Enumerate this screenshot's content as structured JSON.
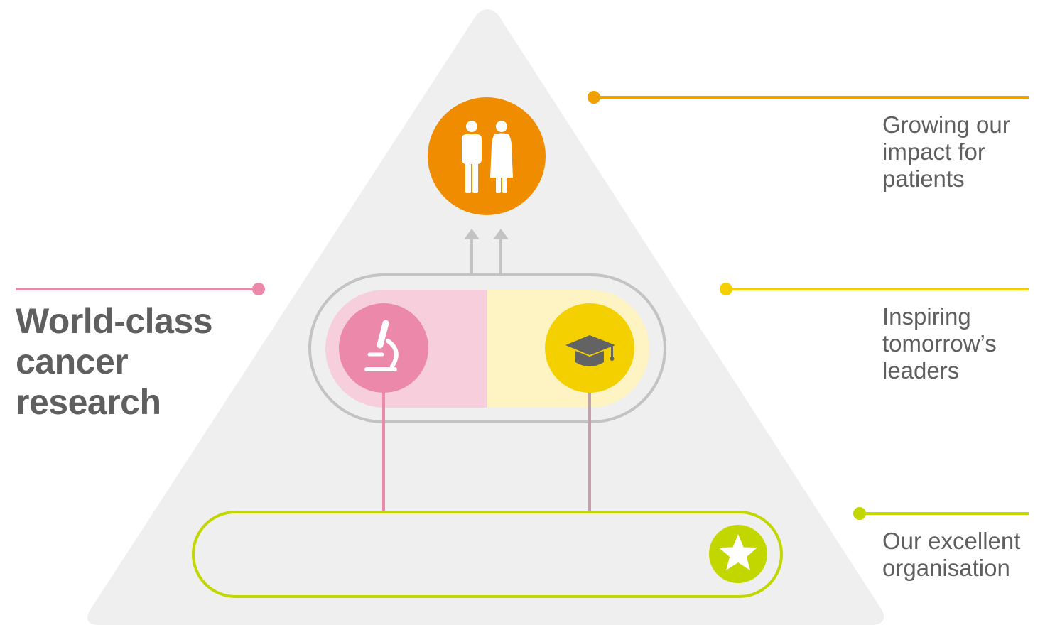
{
  "labels": {
    "research": [
      "World-class",
      "cancer",
      "research"
    ],
    "patients": [
      "Growing our",
      "impact for",
      "patients"
    ],
    "leaders": [
      "Inspiring",
      "tomorrow’s",
      "leaders"
    ],
    "organisation": [
      "Our excellent",
      "organisation"
    ]
  },
  "icons": {
    "patients": "people-icon",
    "research": "microscope-icon",
    "leaders": "graduation-cap-icon",
    "organisation": "star-icon"
  },
  "colors": {
    "triangle": "#efefef",
    "orange": "#f08c00",
    "yellow": "#f5d000",
    "pink": "#ec88aa",
    "pink_light": "#f7cfdc",
    "yellow_light": "#fdf3c3",
    "lime": "#c2d600",
    "grey_line": "#c3c3c3",
    "text": "#5f5f5f"
  }
}
